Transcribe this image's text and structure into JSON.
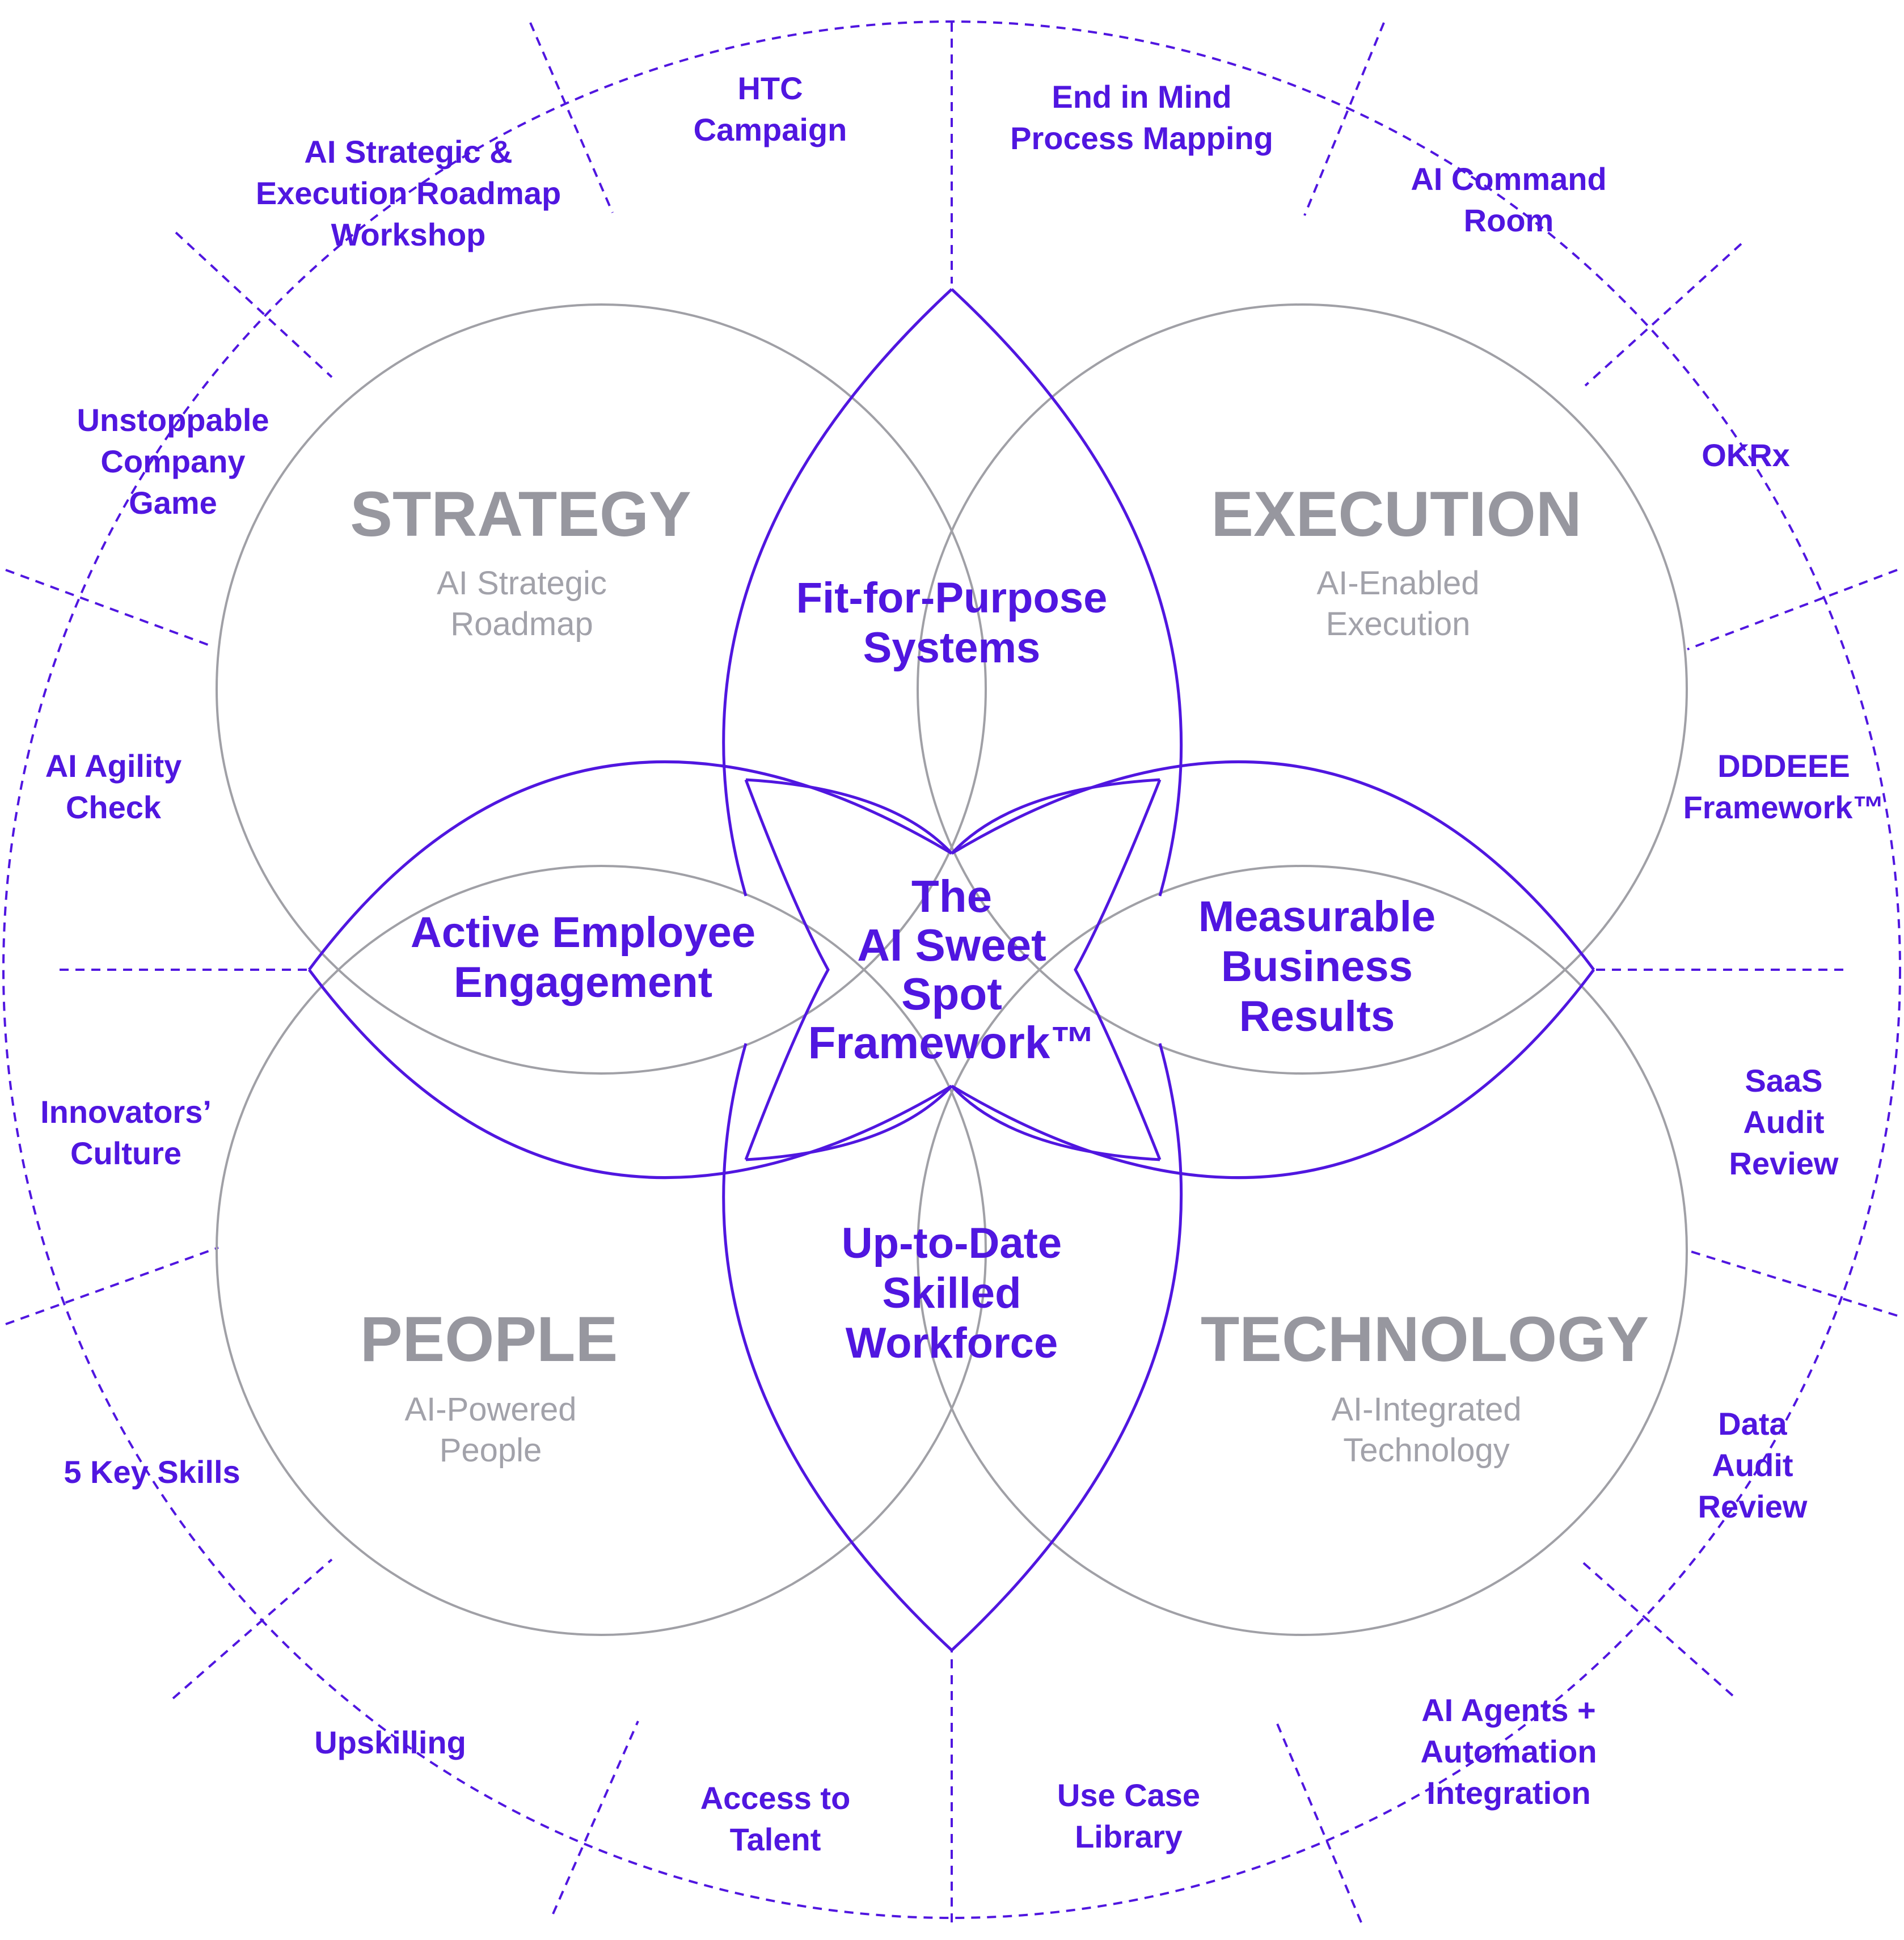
{
  "colors": {
    "purple": "#5016e0",
    "gray_heading": "#97979f",
    "gray_sub": "#a2a2aa",
    "circle_outline": "#a0a0a6"
  },
  "quadrants": {
    "strategy": {
      "title": "STRATEGY",
      "subtitle": [
        "AI Strategic",
        "Roadmap"
      ]
    },
    "execution": {
      "title": "EXECUTION",
      "subtitle": [
        "AI-Enabled",
        "Execution"
      ]
    },
    "people": {
      "title": "PEOPLE",
      "subtitle": [
        "AI-Powered",
        "People"
      ]
    },
    "technology": {
      "title": "TECHNOLOGY",
      "subtitle": [
        "AI-Integrated",
        "Technology"
      ]
    }
  },
  "overlaps": {
    "top": [
      "Fit-for-Purpose",
      "Systems"
    ],
    "left": [
      "Active Employee",
      "Engagement"
    ],
    "right": [
      "Measurable",
      "Business",
      "Results"
    ],
    "bottom": [
      "Up-to-Date",
      "Skilled",
      "Workforce"
    ],
    "center": [
      "The",
      "AI Sweet",
      "Spot",
      "Framework™"
    ]
  },
  "outer_ring": [
    [
      "HTC",
      "Campaign"
    ],
    [
      "End in Mind",
      "Process Mapping"
    ],
    [
      "AI Command",
      "Room"
    ],
    [
      "OKRx"
    ],
    [
      "DDDEEE",
      "Framework™"
    ],
    [
      "SaaS",
      "Audit",
      "Review"
    ],
    [
      "Data",
      "Audit",
      "Review"
    ],
    [
      "AI Agents +",
      "Automation",
      "Integration"
    ],
    [
      "Use Case",
      "Library"
    ],
    [
      "Access to",
      "Talent"
    ],
    [
      "Upskilling"
    ],
    [
      "5 Key Skills"
    ],
    [
      "Innovators’",
      "Culture"
    ],
    [
      "AI Agility",
      "Check"
    ],
    [
      "Unstoppable",
      "Company",
      "Game"
    ],
    [
      "AI Strategic &",
      "Execution Roadmap",
      "Workshop"
    ]
  ]
}
